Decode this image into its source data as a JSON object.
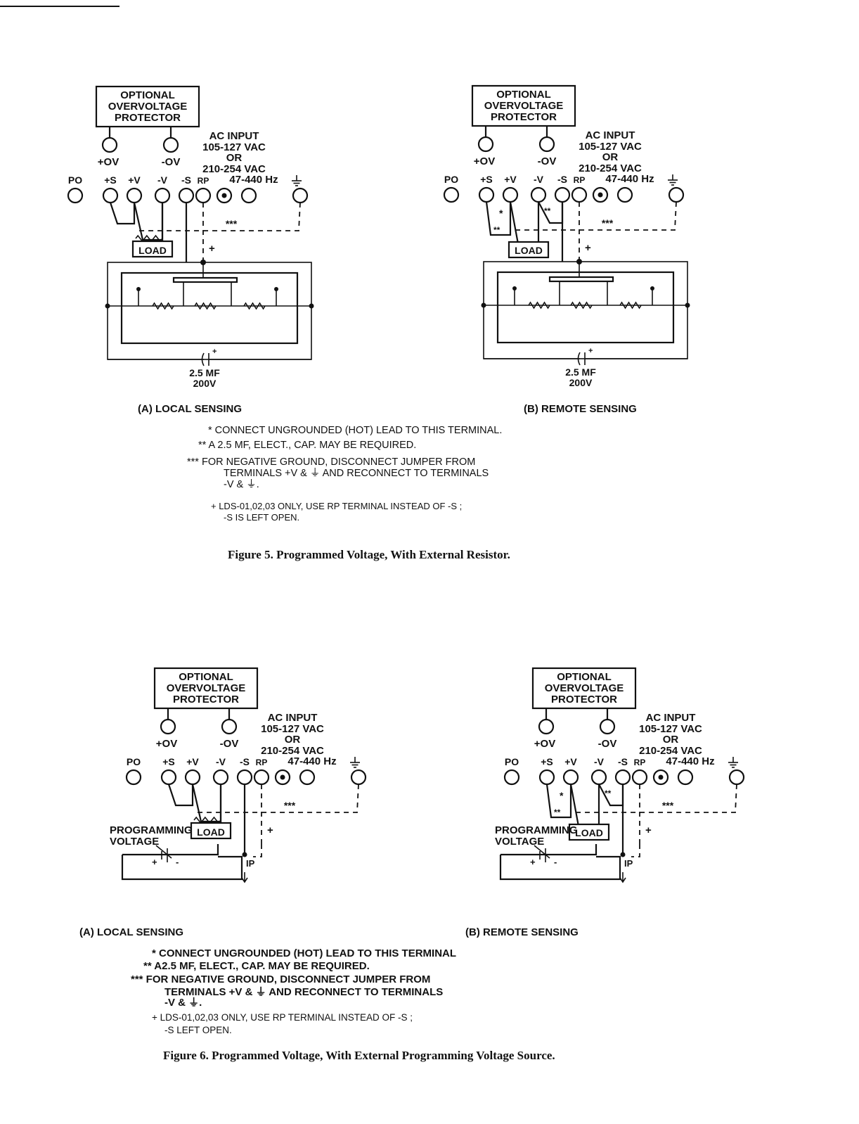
{
  "ovp_box": [
    "OPTIONAL",
    "OVERVOLTAGE",
    "PROTECTOR"
  ],
  "ovp_terminals": [
    "+OV",
    "-OV"
  ],
  "ac_input": [
    "AC INPUT",
    "105-127 VAC",
    "OR",
    "210-254 VAC",
    "47-440 Hz"
  ],
  "terminals": [
    "PO",
    "+S",
    "+V",
    "-V",
    "-S",
    "RP"
  ],
  "load_label": "LOAD",
  "jumper_mark": "***",
  "plus_mark": "+",
  "double_mark": "**",
  "capacitor": [
    "2.5 MF",
    "200V"
  ],
  "programming_voltage": [
    "PROGRAMMING",
    "VOLTAGE"
  ],
  "ip_label": "IP",
  "battery_signs": [
    "+",
    "-"
  ],
  "figure5": {
    "caption_a": "(A) LOCAL SENSING",
    "caption_b": "(B) REMOTE SENSING",
    "notes": [
      "* CONNECT UNGROUNDED (HOT) LEAD TO THIS TERMINAL.",
      "** A 2.5 MF, ELECT., CAP. MAY BE REQUIRED.",
      "*** FOR NEGATIVE GROUND, DISCONNECT JUMPER FROM",
      "TERMINALS +V & ⏚ AND RECONNECT TO TERMINALS",
      "-V & ⏚.",
      "+ LDS-01,02,03 ONLY, USE RP TERMINAL INSTEAD OF -S ;",
      "-S IS LEFT OPEN."
    ],
    "title": "Figure 5.  Programmed Voltage, With External Resistor."
  },
  "figure6": {
    "caption_a": "(A) LOCAL SENSING",
    "caption_b": "(B) REMOTE SENSING",
    "notes": [
      "* CONNECT UNGROUNDED (HOT) LEAD TO THIS TERMINAL",
      "** A2.5 MF, ELECT., CAP. MAY BE REQUIRED.",
      "*** FOR NEGATIVE GROUND, DISCONNECT JUMPER FROM",
      "TERMINALS +V & ⏚ AND RECONNECT TO TERMINALS",
      "-V & ⏚.",
      "+ LDS-01,02,03 ONLY, USE RP TERMINAL INSTEAD OF -S ;",
      "-S LEFT OPEN."
    ],
    "title": "Figure 6.  Programmed Voltage, With External Programming Voltage Source."
  }
}
